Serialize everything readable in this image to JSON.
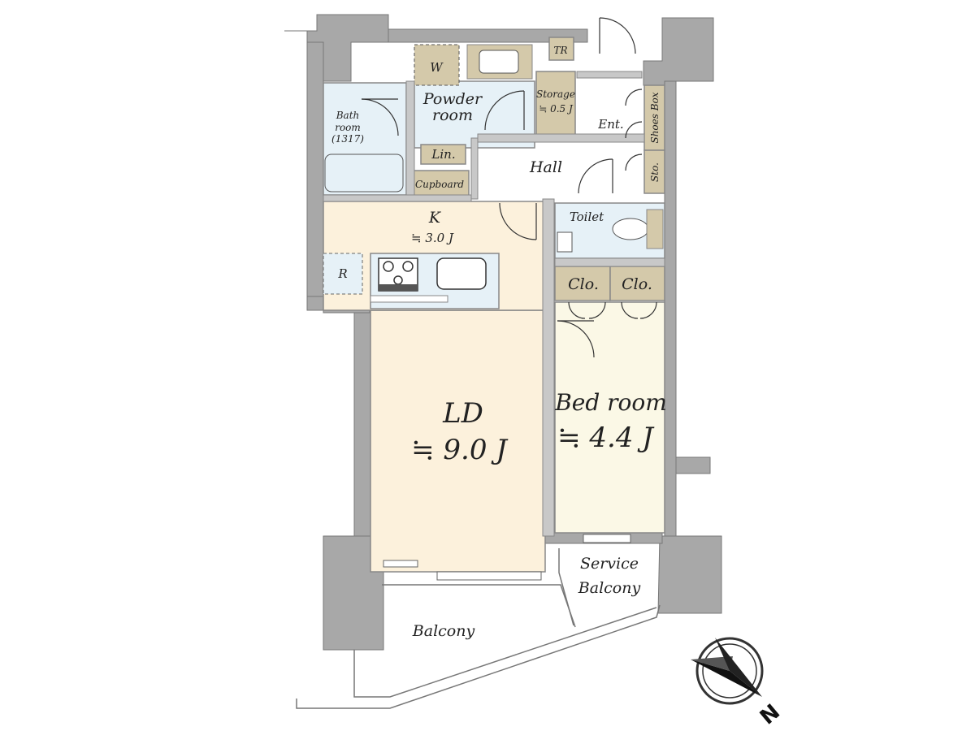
{
  "labels": {
    "w": "W",
    "tr": "TR",
    "powder_room_1": "Powder",
    "powder_room_2": "room",
    "storage_1": "Storage",
    "storage_2": "≒ 0.5 J",
    "ent": "Ent.",
    "shoes_box": "Shoes Box",
    "sto": "Sto.",
    "bathroom_1": "Bath",
    "bathroom_2": "room",
    "bathroom_3": "(1317)",
    "lin": "Lin.",
    "hall": "Hall",
    "cupboard": "Cupboard",
    "kitchen": "K",
    "kitchen_area": "≒ 3.0 J",
    "toilet": "Toilet",
    "refrigerator": "R",
    "clo_1": "Clo.",
    "clo_2": "Clo.",
    "ld": "LD",
    "ld_area": "≒ 9.0 J",
    "bedroom": "Bed room",
    "bedroom_area": "≒ 4.4 J",
    "service_balcony_1": "Service",
    "service_balcony_2": "Balcony",
    "balcony": "Balcony",
    "north": "N"
  },
  "colors": {
    "wall": "#a8a8a8",
    "ld_floor": "#fcf1dc",
    "bedroom_floor": "#fbf8e6",
    "wet_area": "#e6f1f7",
    "storage": "#d4c9aa",
    "interior_wall": "#c8c8c8"
  }
}
